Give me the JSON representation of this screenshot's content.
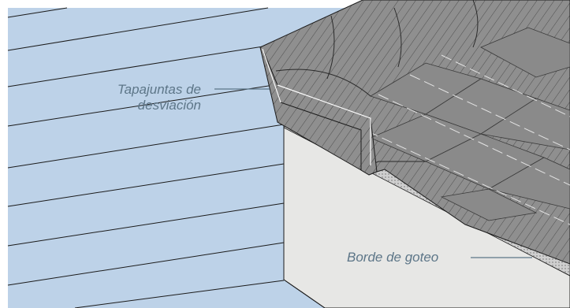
{
  "labels": {
    "kickout_flashing_line1": "Tapajuntas de",
    "kickout_flashing_line2": "desviación",
    "drip_edge": "Borde de goteo"
  },
  "colors": {
    "wall_siding": "#bdd2e8",
    "siding_lines": "#1b1b1b",
    "fascia": "#e7e7e5",
    "roof_shingles": "#8f8f8f",
    "label_text": "#5d7688",
    "leader_line": "#5d7688"
  }
}
